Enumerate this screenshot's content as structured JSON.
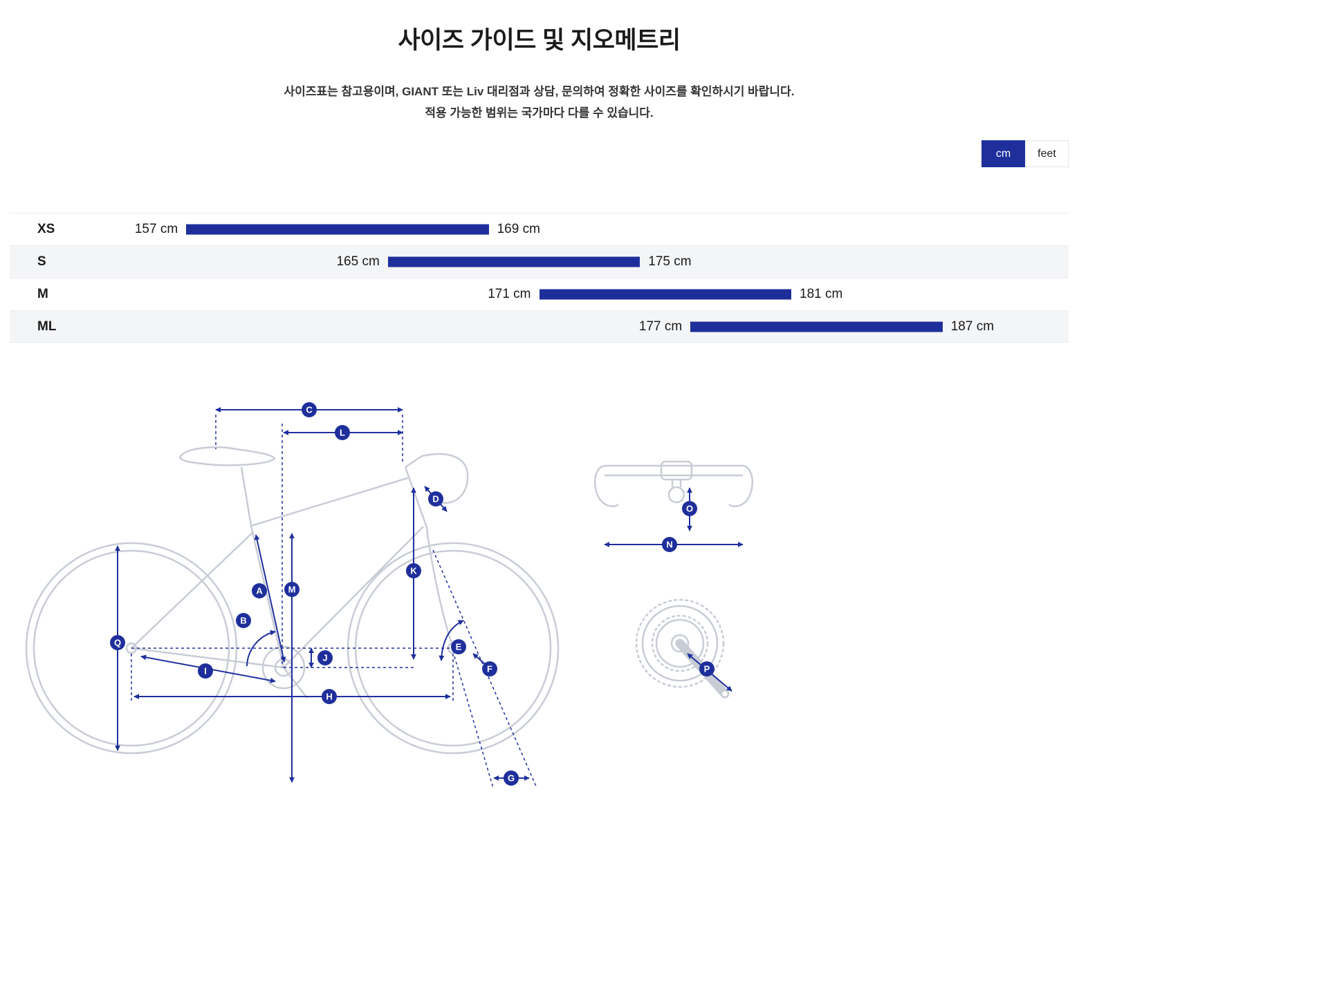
{
  "page": {
    "title": "사이즈 가이드 및 지오메트리",
    "subtitle_line1": "사이즈표는 참고용이며, GIANT 또는 Liv 대리점과 상담, 문의하여 정확한 사이즈를 확인하시기 바랍니다.",
    "subtitle_line2": "적용 가능한 범위는 국가마다 다를 수 있습니다."
  },
  "unit_toggle": {
    "options": [
      {
        "label": "cm",
        "active": true
      },
      {
        "label": "feet",
        "active": false
      }
    ]
  },
  "chart_data": {
    "type": "bar",
    "title": "Rider height range per frame size",
    "unit": "cm",
    "axis_min": 150,
    "axis_max": 192,
    "bar_color": "#1e2f9c",
    "rows": [
      {
        "size": "XS",
        "min": 157,
        "max": 169,
        "min_label": "157 cm",
        "max_label": "169 cm"
      },
      {
        "size": "S",
        "min": 165,
        "max": 175,
        "min_label": "165 cm",
        "max_label": "175 cm"
      },
      {
        "size": "M",
        "min": 171,
        "max": 181,
        "min_label": "171 cm",
        "max_label": "181 cm"
      },
      {
        "size": "ML",
        "min": 177,
        "max": 187,
        "min_label": "177 cm",
        "max_label": "187 cm"
      }
    ]
  },
  "geometry": {
    "label_color": "#1e2f9c",
    "labels": [
      "A",
      "B",
      "C",
      "D",
      "E",
      "F",
      "G",
      "H",
      "I",
      "J",
      "K",
      "L",
      "M",
      "N",
      "O",
      "P",
      "Q"
    ]
  }
}
